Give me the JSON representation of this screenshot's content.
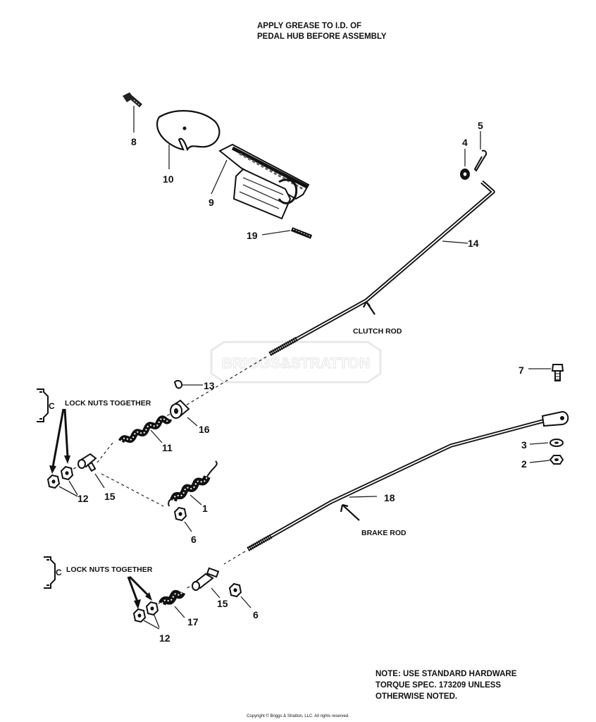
{
  "notes": {
    "grease_line1": "APPLY GREASE TO I.D. OF",
    "grease_line2": "PEDAL HUB BEFORE ASSEMBLY",
    "hardware_line1": "NOTE:  USE STANDARD HARDWARE",
    "hardware_line2": "TORQUE SPEC. 173209 UNLESS",
    "hardware_line3": "OTHERWISE NOTED.",
    "copyright": "Copyright © Briggs & Stratton, LLC. All rights reserved."
  },
  "watermark": "BRIGGS&STRATTON",
  "labels": {
    "clutch_rod": "CLUTCH ROD",
    "brake_rod": "BRAKE ROD",
    "lock_nuts_upper": "LOCK NUTS TOGETHER",
    "lock_nuts_lower": "LOCK NUTS TOGETHER",
    "c_marker": "C"
  },
  "callouts": {
    "n1": "1",
    "n2": "2",
    "n3": "3",
    "n4": "4",
    "n5": "5",
    "n6a": "6",
    "n6b": "6",
    "n7": "7",
    "n8": "8",
    "n9": "9",
    "n10": "10",
    "n11": "11",
    "n12a": "12",
    "n12b": "12",
    "n13": "13",
    "n14": "14",
    "n15a": "15",
    "n15b": "15",
    "n16": "16",
    "n17": "17",
    "n18": "18",
    "n19": "19"
  }
}
